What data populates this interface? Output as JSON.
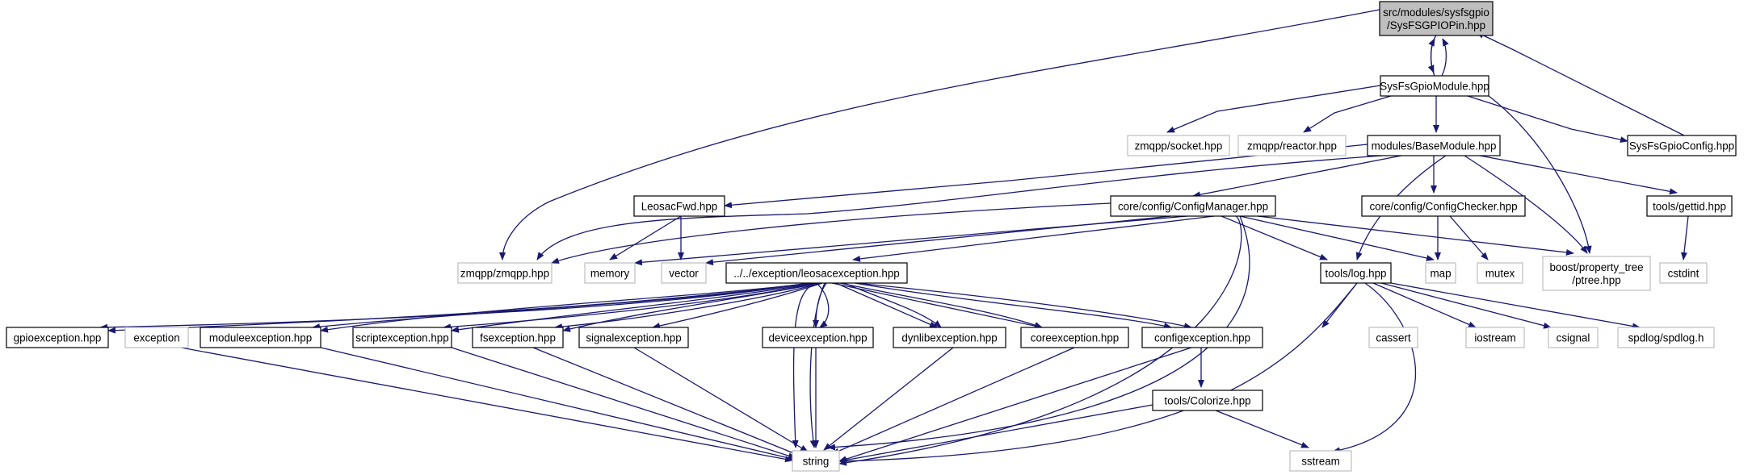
{
  "diagram": {
    "nodes": [
      {
        "id": "sysfsgpiopin",
        "lines": [
          "src/modules/sysfsgpio",
          "/SysFSGPIOPin.hpp"
        ],
        "style": "root"
      },
      {
        "id": "sysfsgpiomodule",
        "lines": [
          "SysFsGpioModule.hpp"
        ],
        "style": "internal"
      },
      {
        "id": "zmqpp_socket",
        "lines": [
          "zmqpp/socket.hpp"
        ],
        "style": "external"
      },
      {
        "id": "zmqpp_reactor",
        "lines": [
          "zmqpp/reactor.hpp"
        ],
        "style": "external"
      },
      {
        "id": "basemodule",
        "lines": [
          "modules/BaseModule.hpp"
        ],
        "style": "internal"
      },
      {
        "id": "sysfsgpioconfig",
        "lines": [
          "SysFsGpioConfig.hpp"
        ],
        "style": "internal"
      },
      {
        "id": "leosacfwd",
        "lines": [
          "LeosacFwd.hpp"
        ],
        "style": "internal"
      },
      {
        "id": "configmanager",
        "lines": [
          "core/config/ConfigManager.hpp"
        ],
        "style": "internal"
      },
      {
        "id": "configchecker",
        "lines": [
          "core/config/ConfigChecker.hpp"
        ],
        "style": "internal"
      },
      {
        "id": "gettid",
        "lines": [
          "tools/gettid.hpp"
        ],
        "style": "internal"
      },
      {
        "id": "zmqpp",
        "lines": [
          "zmqpp/zmqpp.hpp"
        ],
        "style": "external"
      },
      {
        "id": "memory",
        "lines": [
          "memory"
        ],
        "style": "external"
      },
      {
        "id": "vector",
        "lines": [
          "vector"
        ],
        "style": "external"
      },
      {
        "id": "leosacexception",
        "lines": [
          "../../exception/leosacexception.hpp"
        ],
        "style": "internal"
      },
      {
        "id": "log",
        "lines": [
          "tools/log.hpp"
        ],
        "style": "internal"
      },
      {
        "id": "map",
        "lines": [
          "map"
        ],
        "style": "external"
      },
      {
        "id": "mutex",
        "lines": [
          "mutex"
        ],
        "style": "external"
      },
      {
        "id": "ptree",
        "lines": [
          "boost/property_tree",
          "/ptree.hpp"
        ],
        "style": "external"
      },
      {
        "id": "cstdint",
        "lines": [
          "cstdint"
        ],
        "style": "external"
      },
      {
        "id": "gpioexception",
        "lines": [
          "gpioexception.hpp"
        ],
        "style": "internal"
      },
      {
        "id": "exception",
        "lines": [
          "exception"
        ],
        "style": "external"
      },
      {
        "id": "moduleexception",
        "lines": [
          "moduleexception.hpp"
        ],
        "style": "internal"
      },
      {
        "id": "scriptexception",
        "lines": [
          "scriptexception.hpp"
        ],
        "style": "internal"
      },
      {
        "id": "fsexception",
        "lines": [
          "fsexception.hpp"
        ],
        "style": "internal"
      },
      {
        "id": "signalexception",
        "lines": [
          "signalexception.hpp"
        ],
        "style": "internal"
      },
      {
        "id": "deviceexception",
        "lines": [
          "deviceexception.hpp"
        ],
        "style": "internal"
      },
      {
        "id": "dynlibexception",
        "lines": [
          "dynlibexception.hpp"
        ],
        "style": "internal"
      },
      {
        "id": "coreexception",
        "lines": [
          "coreexception.hpp"
        ],
        "style": "internal"
      },
      {
        "id": "configexception",
        "lines": [
          "configexception.hpp"
        ],
        "style": "internal"
      },
      {
        "id": "cassert",
        "lines": [
          "cassert"
        ],
        "style": "external"
      },
      {
        "id": "iostream",
        "lines": [
          "iostream"
        ],
        "style": "external"
      },
      {
        "id": "csignal",
        "lines": [
          "csignal"
        ],
        "style": "external"
      },
      {
        "id": "spdlog",
        "lines": [
          "spdlog/spdlog.h"
        ],
        "style": "external"
      },
      {
        "id": "colorize",
        "lines": [
          "tools/Colorize.hpp"
        ],
        "style": "internal"
      },
      {
        "id": "string",
        "lines": [
          "string"
        ],
        "style": "external"
      },
      {
        "id": "sstream",
        "lines": [
          "sstream"
        ],
        "style": "external"
      }
    ],
    "colors": {
      "edge": "#191970",
      "root_fill": "#bfbfbf",
      "internal_border": "#000000",
      "external_border": "#bfbfbf"
    }
  }
}
